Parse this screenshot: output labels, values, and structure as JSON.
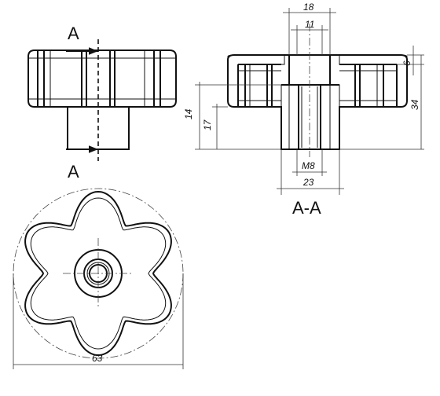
{
  "section_marks": {
    "top": "A",
    "bottom": "A"
  },
  "section_title": "A-A",
  "dimensions": {
    "hub_diameter": "18",
    "bore_diameter": "11",
    "top_thickness": "6",
    "overall_height": "34",
    "insert_height": "17",
    "hub_height": "14",
    "thread": "M8",
    "boss_diameter": "23",
    "outer_diameter": "63"
  }
}
